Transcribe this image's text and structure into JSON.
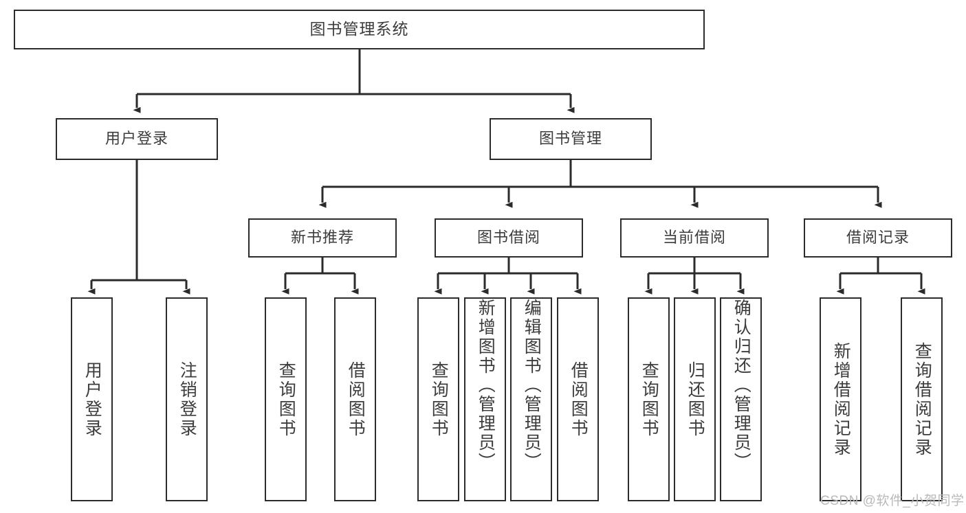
{
  "diagram": {
    "type": "tree-hierarchy",
    "title": "图书管理系统",
    "root": {
      "id": "root",
      "label": "图书管理系统"
    },
    "level1": [
      {
        "id": "user-login",
        "label": "用户登录"
      },
      {
        "id": "book-mgmt",
        "label": "图书管理"
      }
    ],
    "level2": [
      {
        "id": "new-book-rec",
        "label": "新书推荐",
        "parent": "book-mgmt"
      },
      {
        "id": "book-borrow",
        "label": "图书借阅",
        "parent": "book-mgmt"
      },
      {
        "id": "current-borrow",
        "label": "当前借阅",
        "parent": "book-mgmt"
      },
      {
        "id": "borrow-record",
        "label": "借阅记录",
        "parent": "book-mgmt"
      }
    ],
    "leaves": [
      {
        "id": "leaf-user-login",
        "label": "用户登录",
        "parent": "user-login"
      },
      {
        "id": "leaf-logout",
        "label": "注销登录",
        "parent": "user-login"
      },
      {
        "id": "leaf-query-book-1",
        "label": "查询图书",
        "parent": "new-book-rec"
      },
      {
        "id": "leaf-borrow-book-1",
        "label": "借阅图书",
        "parent": "new-book-rec"
      },
      {
        "id": "leaf-query-book-2",
        "label": "查询图书",
        "parent": "book-borrow"
      },
      {
        "id": "leaf-add-book",
        "label": "新增图书（管理员）",
        "parent": "book-borrow"
      },
      {
        "id": "leaf-edit-book",
        "label": "编辑图书（管理员）",
        "parent": "book-borrow"
      },
      {
        "id": "leaf-borrow-book-2",
        "label": "借阅图书",
        "parent": "book-borrow"
      },
      {
        "id": "leaf-query-book-3",
        "label": "查询图书",
        "parent": "current-borrow"
      },
      {
        "id": "leaf-return-book",
        "label": "归还图书",
        "parent": "current-borrow"
      },
      {
        "id": "leaf-confirm-return",
        "label": "确认归还（管理员）",
        "parent": "current-borrow"
      },
      {
        "id": "leaf-add-record",
        "label": "新增借阅记录",
        "parent": "borrow-record"
      },
      {
        "id": "leaf-query-record",
        "label": "查询借阅记录",
        "parent": "borrow-record"
      }
    ]
  },
  "watermark": {
    "text": "CSDN @软件_小贺同学"
  },
  "colors": {
    "border": "#2b2b2b",
    "text": "#3c3c3c",
    "background": "#ffffff",
    "edge": "#2b2b2b",
    "watermark": "#b9b9b9"
  }
}
